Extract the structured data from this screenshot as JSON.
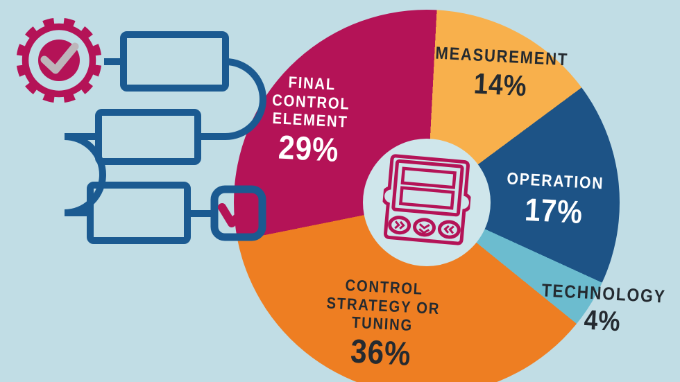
{
  "palette": {
    "page_bg": "#c1dde5",
    "hole_bg": "#cfe6eb",
    "magenta": "#b41357",
    "yellow": "#f8b04c",
    "dark_blue": "#1d5386",
    "teal": "#6cbccf",
    "orange": "#ee7e22",
    "flow_blue": "#1b5a91",
    "text_dark": "#242a30",
    "text_light": "#ffffff",
    "check_gray": "#bdb5ba"
  },
  "chart_data": {
    "type": "pie",
    "variant": "donut",
    "title": "",
    "start_angle_deg": 3,
    "direction": "clockwise",
    "center_icon": "process-controller-icon",
    "slices": [
      {
        "label": "MEASUREMENT",
        "value": 14,
        "pct_label": "14%",
        "color": "#f8b04c",
        "label_color": "#242a30"
      },
      {
        "label": "OPERATION",
        "value": 17,
        "pct_label": "17%",
        "color": "#1d5386",
        "label_color": "#ffffff"
      },
      {
        "label": "TECHNOLOGY",
        "value": 4,
        "pct_label": "4%",
        "color": "#6cbccf",
        "label_color": "#242a30"
      },
      {
        "label": "CONTROL STRATEGY OR TUNING",
        "value": 36,
        "pct_label": "36%",
        "color": "#ee7e22",
        "label_color": "#242a30"
      },
      {
        "label": "FINAL CONTROL ELEMENT",
        "value": 29,
        "pct_label": "29%",
        "color": "#b41357",
        "label_color": "#ffffff"
      }
    ]
  },
  "labels": {
    "final_control_element": {
      "lines": [
        "FINAL",
        "CONTROL",
        "ELEMENT"
      ],
      "pct": "29%"
    },
    "measurement": {
      "lines": [
        "MEASUREMENT"
      ],
      "pct": "14%"
    },
    "operation": {
      "lines": [
        "OPERATION"
      ],
      "pct": "17%"
    },
    "technology": {
      "lines": [
        "TECHNOLOGY"
      ],
      "pct": "4%"
    },
    "control_strategy": {
      "lines": [
        "CONTROL",
        "STRATEGY OR",
        "TUNING"
      ],
      "pct": "36%"
    }
  },
  "icons": {
    "gear_check": "gear-with-checkmark",
    "flowchart": "three-step-process-flow",
    "check_square": "checkbox-with-checkmark",
    "controller": "process-controller-faceplate"
  }
}
